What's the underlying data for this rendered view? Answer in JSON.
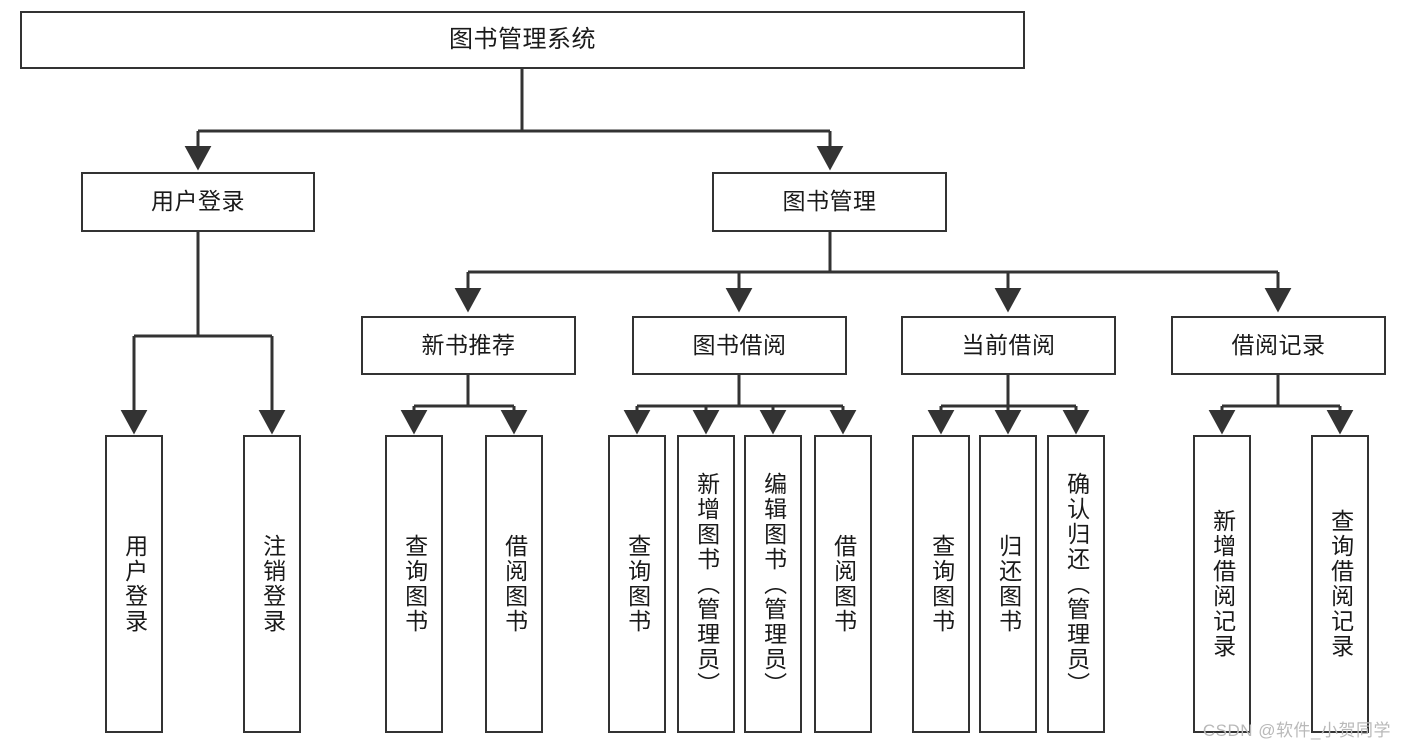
{
  "diagram": {
    "title_node": {
      "id": "root",
      "label": "图书管理系统"
    },
    "level2": [
      {
        "id": "user-login",
        "label": "用户登录"
      },
      {
        "id": "book-manage",
        "label": "图书管理"
      }
    ],
    "level3": [
      {
        "id": "new-book-recommend",
        "label": "新书推荐"
      },
      {
        "id": "book-borrow",
        "label": "图书借阅"
      },
      {
        "id": "current-borrow",
        "label": "当前借阅"
      },
      {
        "id": "borrow-record",
        "label": "借阅记录"
      }
    ],
    "leaves": {
      "user_login": [
        {
          "id": "leaf-user-login",
          "label": "用户登录"
        },
        {
          "id": "leaf-logout-login",
          "label": "注销登录"
        }
      ],
      "new_book_recommend": [
        {
          "id": "leaf-query-book-1",
          "label": "查询图书"
        },
        {
          "id": "leaf-borrow-book-1",
          "label": "借阅图书"
        }
      ],
      "book_borrow": [
        {
          "id": "leaf-query-book-2",
          "label": "查询图书"
        },
        {
          "id": "leaf-add-book",
          "label": "新增图书（管理员）"
        },
        {
          "id": "leaf-edit-book",
          "label": "编辑图书（管理员）"
        },
        {
          "id": "leaf-borrow-book-2",
          "label": "借阅图书"
        }
      ],
      "current_borrow": [
        {
          "id": "leaf-query-book-3",
          "label": "查询图书"
        },
        {
          "id": "leaf-return-book",
          "label": "归还图书"
        },
        {
          "id": "leaf-confirm-return",
          "label": "确认归还（管理员）"
        }
      ],
      "borrow_record": [
        {
          "id": "leaf-add-record",
          "label": "新增借阅记录"
        },
        {
          "id": "leaf-query-record",
          "label": "查询借阅记录"
        }
      ]
    },
    "watermark": "CSDN @软件_小贺同学",
    "colors": {
      "stroke": "#333333",
      "background": "#ffffff",
      "text": "#1a1a1a",
      "watermark": "#b9b9b9"
    }
  }
}
